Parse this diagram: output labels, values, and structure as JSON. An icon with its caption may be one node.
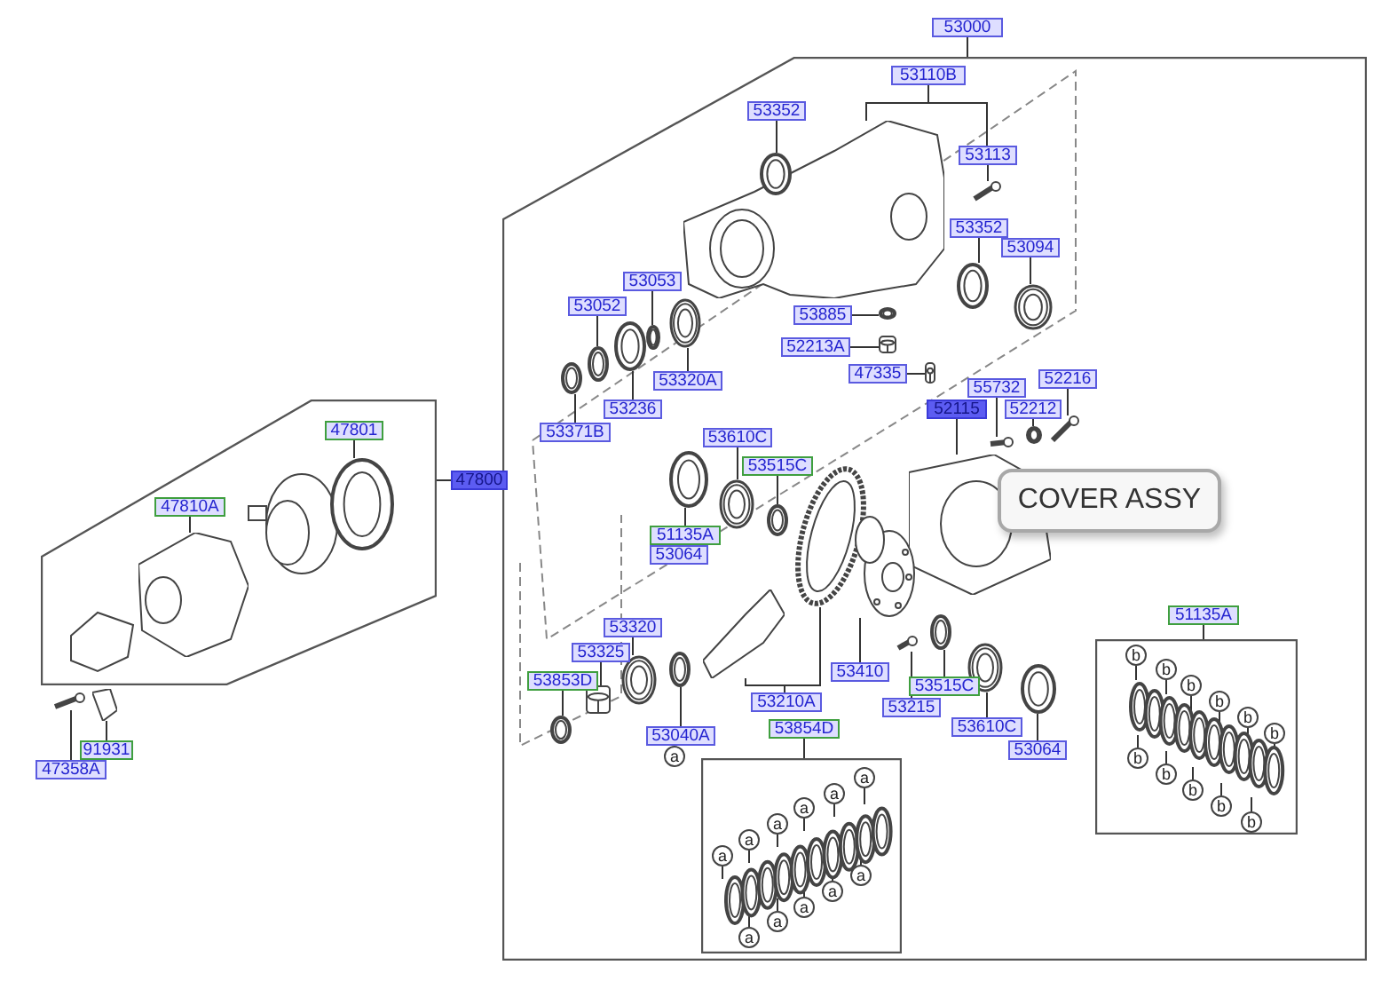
{
  "diagram": {
    "nodes": [
      {
        "text": [],
        "shape": "box"
      },
      {
        "text": [
          "53000"
        ]
      },
      {
        "text": [
          "53110B"
        ],
        "in": 0
      },
      {
        "text": [
          "53352"
        ],
        "in": 0
      },
      {
        "text": [
          "53113"
        ],
        "in": 0
      },
      {
        "text": [
          "53352"
        ],
        "in": 0
      },
      {
        "text": [
          "53094"
        ],
        "in": 0
      },
      {
        "text": [
          "53053"
        ],
        "in": 0
      },
      {
        "text": [
          "53052"
        ],
        "in": 0
      },
      {
        "text": [
          "53320A"
        ],
        "in": 0
      },
      {
        "text": [
          "53885"
        ],
        "in": 0
      },
      {
        "text": [
          "52213A"
        ],
        "in": 0
      },
      {
        "text": [
          "47335"
        ],
        "in": 0
      },
      {
        "text": [
          "55732"
        ],
        "in": 0
      },
      {
        "text": [
          "52216"
        ],
        "in": 0
      },
      {
        "text": [
          "52115"
        ],
        "in": 0
      },
      {
        "text": [
          "52212"
        ],
        "in": 0
      },
      {
        "text": [
          "53236"
        ],
        "in": 0
      },
      {
        "text": [
          "53371B"
        ],
        "in": 0
      },
      {
        "text": [
          "53610C"
        ],
        "in": 0
      },
      {
        "text": [
          "53515C"
        ],
        "in": 0
      },
      {
        "text": [
          "51135A"
        ],
        "in": 0
      },
      {
        "text": [
          "53064"
        ],
        "in": 0
      },
      {
        "text": [
          "53320"
        ],
        "in": 0
      },
      {
        "text": [
          "53325"
        ],
        "in": 0
      },
      {
        "text": [
          "53853D"
        ],
        "in": 0
      },
      {
        "text": [
          "53210A"
        ],
        "in": 0
      },
      {
        "text": [
          "53410"
        ],
        "in": 0
      },
      {
        "text": [
          "53515C"
        ],
        "in": 0
      },
      {
        "text": [
          "53215"
        ],
        "in": 0
      },
      {
        "text": [
          "53610C"
        ],
        "in": 0
      },
      {
        "text": [
          "53064"
        ],
        "in": 0
      },
      {
        "text": [
          "53040A"
        ],
        "in": 0
      },
      {
        "text": [
          "a"
        ],
        "in": 0
      },
      {
        "text": [
          "53854D"
        ],
        "in": 0
      },
      {
        "text": [],
        "shape": "box",
        "in": 0
      },
      {
        "text": [
          "a"
        ],
        "in": 35
      },
      {
        "text": [
          "a"
        ],
        "in": 98
      },
      {
        "text": [
          "a"
        ],
        "in": 98
      },
      {
        "text": [
          "a"
        ],
        "in": 35
      },
      {
        "text": [
          "a"
        ],
        "in": 35
      },
      {
        "text": [
          "a"
        ],
        "in": 35
      },
      {
        "text": [
          "a"
        ],
        "in": 35
      },
      {
        "text": [
          "a"
        ],
        "in": 35
      },
      {
        "text": [
          "a"
        ],
        "in": 98
      },
      {
        "text": [
          "a"
        ],
        "in": 98
      },
      {
        "text": [
          "a"
        ],
        "in": 98
      },
      {
        "text": [
          "51135A"
        ],
        "in": 0
      },
      {
        "text": [],
        "shape": "box",
        "in": 0
      },
      {
        "text": [
          "b"
        ],
        "in": 48
      },
      {
        "text": [
          "b"
        ],
        "in": 48
      },
      {
        "text": [
          "b"
        ],
        "in": 48
      },
      {
        "text": [
          "b"
        ],
        "in": 99
      },
      {
        "text": [
          "b"
        ],
        "in": 99
      },
      {
        "text": [
          "b"
        ],
        "in": 99
      },
      {
        "text": [
          "b"
        ],
        "in": 48
      },
      {
        "text": [
          "b"
        ],
        "in": 99
      },
      {
        "text": [
          "b"
        ],
        "in": 48
      },
      {
        "text": [
          "b"
        ],
        "in": 48
      },
      {
        "text": [
          "b"
        ],
        "in": 48
      },
      {
        "text": [
          "COVER ASSY"
        ],
        "in": 0
      },
      {
        "text": [],
        "shape": "box"
      },
      {
        "text": [
          "47800"
        ]
      },
      {
        "text": [
          "47801"
        ],
        "in": 61
      },
      {
        "text": [
          "47810A"
        ],
        "in": 61
      },
      {
        "text": [
          "91931"
        ]
      },
      {
        "text": [
          "47358A"
        ]
      },
      {
        "text": [],
        "shape": "picture",
        "in": 0
      },
      {
        "text": [],
        "shape": "picture",
        "in": 0
      },
      {
        "text": [],
        "shape": "picture",
        "in": 0
      },
      {
        "text": [],
        "shape": "picture",
        "in": 0
      },
      {
        "text": [],
        "shape": "picture",
        "in": 0
      },
      {
        "text": [],
        "shape": "picture",
        "in": 0
      },
      {
        "text": [],
        "shape": "picture",
        "in": 0
      },
      {
        "text": [],
        "shape": "picture",
        "in": 0
      },
      {
        "text": [],
        "shape": "picture",
        "in": 0
      },
      {
        "text": [],
        "shape": "picture",
        "in": 0
      },
      {
        "text": [],
        "shape": "picture",
        "in": 0
      },
      {
        "text": [],
        "shape": "picture",
        "in": 0
      },
      {
        "text": [],
        "shape": "picture",
        "in": 0
      },
      {
        "text": [],
        "shape": "picture",
        "in": 0
      },
      {
        "text": [],
        "shape": "picture",
        "in": 0
      },
      {
        "text": [],
        "shape": "picture",
        "in": 0
      },
      {
        "text": [],
        "shape": "picture",
        "in": 0
      },
      {
        "text": [],
        "shape": "picture",
        "in": 0
      },
      {
        "text": [],
        "shape": "picture",
        "in": 0
      },
      {
        "text": [],
        "shape": "picture",
        "in": 0
      },
      {
        "text": [],
        "shape": "picture",
        "in": 0
      },
      {
        "text": [],
        "shape": "picture",
        "in": 0
      },
      {
        "text": [],
        "shape": "picture",
        "in": 0
      },
      {
        "text": [],
        "shape": "picture",
        "in": 0
      },
      {
        "text": [],
        "shape": "picture",
        "in": 0
      },
      {
        "text": [],
        "shape": "picture",
        "in": 0
      },
      {
        "text": [],
        "shape": "picture",
        "in": 0
      },
      {
        "text": [],
        "shape": "picture",
        "in": 0
      },
      {
        "text": [],
        "shape": "picture",
        "in": 0
      },
      {
        "text": [],
        "shape": "picture",
        "in": 0
      },
      {
        "text": [],
        "shape": "picture",
        "in": 0
      },
      {
        "text": [],
        "shape": "picture",
        "in": 35
      },
      {
        "text": [],
        "shape": "picture",
        "in": 48
      },
      {
        "text": [],
        "shape": "picture",
        "in": 61
      },
      {
        "text": [],
        "shape": "picture",
        "in": 61
      },
      {
        "text": [],
        "shape": "picture"
      },
      {
        "text": [],
        "shape": "picture"
      }
    ],
    "edges": [
      {
        "from": 1,
        "to": 0,
        "arrow": "none"
      },
      {
        "from": 2,
        "to": 67,
        "arrow": "none"
      },
      {
        "from": 2,
        "to": 4,
        "arrow": "none"
      },
      {
        "from": 3,
        "to": 68,
        "arrow": "none"
      },
      {
        "from": 4,
        "to": 69,
        "arrow": "none"
      },
      {
        "from": 5,
        "to": 70,
        "arrow": "none"
      },
      {
        "from": 6,
        "to": 71,
        "arrow": "none"
      },
      {
        "from": 7,
        "to": 72,
        "arrow": "none"
      },
      {
        "from": 8,
        "to": 73,
        "arrow": "none"
      },
      {
        "from": 9,
        "to": 74,
        "arrow": "none"
      },
      {
        "from": 10,
        "to": 75,
        "arrow": "none"
      },
      {
        "from": 11,
        "to": 76,
        "arrow": "none"
      },
      {
        "from": 12,
        "to": 77,
        "arrow": "none"
      },
      {
        "from": 13,
        "to": 78,
        "arrow": "none"
      },
      {
        "from": 14,
        "to": 79,
        "arrow": "none"
      },
      {
        "from": 15,
        "to": 81,
        "arrow": "none"
      },
      {
        "from": 16,
        "to": 80,
        "arrow": "none"
      },
      {
        "from": 17,
        "to": 82,
        "arrow": "none"
      },
      {
        "from": 18,
        "to": 83,
        "arrow": "none"
      },
      {
        "from": 19,
        "to": 85,
        "arrow": "none"
      },
      {
        "from": 20,
        "to": 86,
        "arrow": "none"
      },
      {
        "from": 21,
        "to": 84,
        "arrow": "none"
      },
      {
        "from": 23,
        "to": 95,
        "arrow": "none"
      },
      {
        "from": 24,
        "to": 96,
        "arrow": "none"
      },
      {
        "from": 25,
        "to": 97,
        "arrow": "none"
      },
      {
        "from": 26,
        "to": 89,
        "arrow": "none"
      },
      {
        "from": 26,
        "to": 87,
        "arrow": "none"
      },
      {
        "from": 27,
        "to": 88,
        "arrow": "none"
      },
      {
        "from": 28,
        "to": 91,
        "arrow": "none"
      },
      {
        "from": 29,
        "to": 90,
        "arrow": "none"
      },
      {
        "from": 30,
        "to": 92,
        "arrow": "none"
      },
      {
        "from": 31,
        "to": 93,
        "arrow": "none"
      },
      {
        "from": 32,
        "to": 94,
        "arrow": "none"
      },
      {
        "from": 34,
        "to": 35,
        "arrow": "none"
      },
      {
        "from": 47,
        "to": 48,
        "arrow": "none"
      },
      {
        "from": 36,
        "to": 98,
        "arrow": "none"
      },
      {
        "from": 37,
        "to": 98,
        "arrow": "none"
      },
      {
        "from": 38,
        "to": 98,
        "arrow": "none"
      },
      {
        "from": 39,
        "to": 98,
        "arrow": "none"
      },
      {
        "from": 40,
        "to": 98,
        "arrow": "none"
      },
      {
        "from": 41,
        "to": 98,
        "arrow": "none"
      },
      {
        "from": 42,
        "to": 98,
        "arrow": "none"
      },
      {
        "from": 43,
        "to": 98,
        "arrow": "none"
      },
      {
        "from": 44,
        "to": 98,
        "arrow": "none"
      },
      {
        "from": 45,
        "to": 98,
        "arrow": "none"
      },
      {
        "from": 46,
        "to": 98,
        "arrow": "none"
      },
      {
        "from": 49,
        "to": 99,
        "arrow": "none"
      },
      {
        "from": 50,
        "to": 99,
        "arrow": "none"
      },
      {
        "from": 51,
        "to": 99,
        "arrow": "none"
      },
      {
        "from": 52,
        "to": 99,
        "arrow": "none"
      },
      {
        "from": 53,
        "to": 99,
        "arrow": "none"
      },
      {
        "from": 54,
        "to": 99,
        "arrow": "none"
      },
      {
        "from": 55,
        "to": 99,
        "arrow": "none"
      },
      {
        "from": 56,
        "to": 99,
        "arrow": "none"
      },
      {
        "from": 57,
        "to": 99,
        "arrow": "none"
      },
      {
        "from": 58,
        "to": 99,
        "arrow": "none"
      },
      {
        "from": 59,
        "to": 99,
        "arrow": "none"
      },
      {
        "from": 62,
        "to": 61,
        "arrow": "none"
      },
      {
        "from": 63,
        "to": 100,
        "arrow": "none"
      },
      {
        "from": 64,
        "to": 101,
        "arrow": "none"
      },
      {
        "from": 65,
        "to": 103,
        "arrow": "none"
      },
      {
        "from": 66,
        "to": 102,
        "arrow": "none"
      }
    ]
  }
}
